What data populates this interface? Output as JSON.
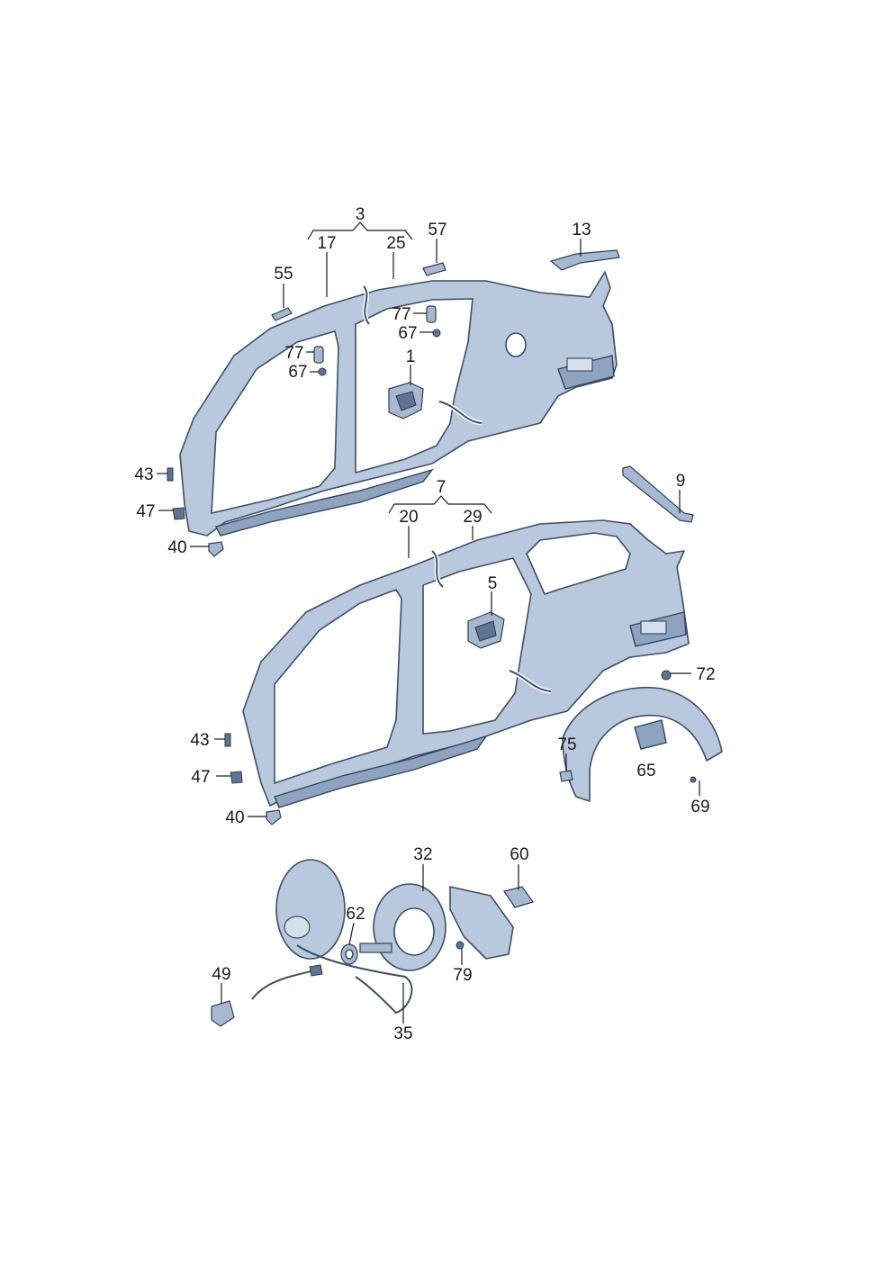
{
  "diagram": {
    "labels": {
      "l3": "3",
      "l17": "17",
      "l25": "25",
      "l57": "57",
      "l13": "13",
      "l55": "55",
      "l77a": "77",
      "l67a": "67",
      "l77b": "77",
      "l67b": "67",
      "l1": "1",
      "l43a": "43",
      "l47a": "47",
      "l40a": "40",
      "l9": "9",
      "l7": "7",
      "l20": "20",
      "l29": "29",
      "l5": "5",
      "l72": "72",
      "l75": "75",
      "l65": "65",
      "l69": "69",
      "l43b": "43",
      "l47b": "47",
      "l40b": "40",
      "l32": "32",
      "l60": "60",
      "l62": "62",
      "l79": "79",
      "l49": "49",
      "l35": "35"
    },
    "colors": {
      "panel": "#b9c9dd",
      "outline": "#3c4f68",
      "label": "#1a1a1a"
    }
  }
}
